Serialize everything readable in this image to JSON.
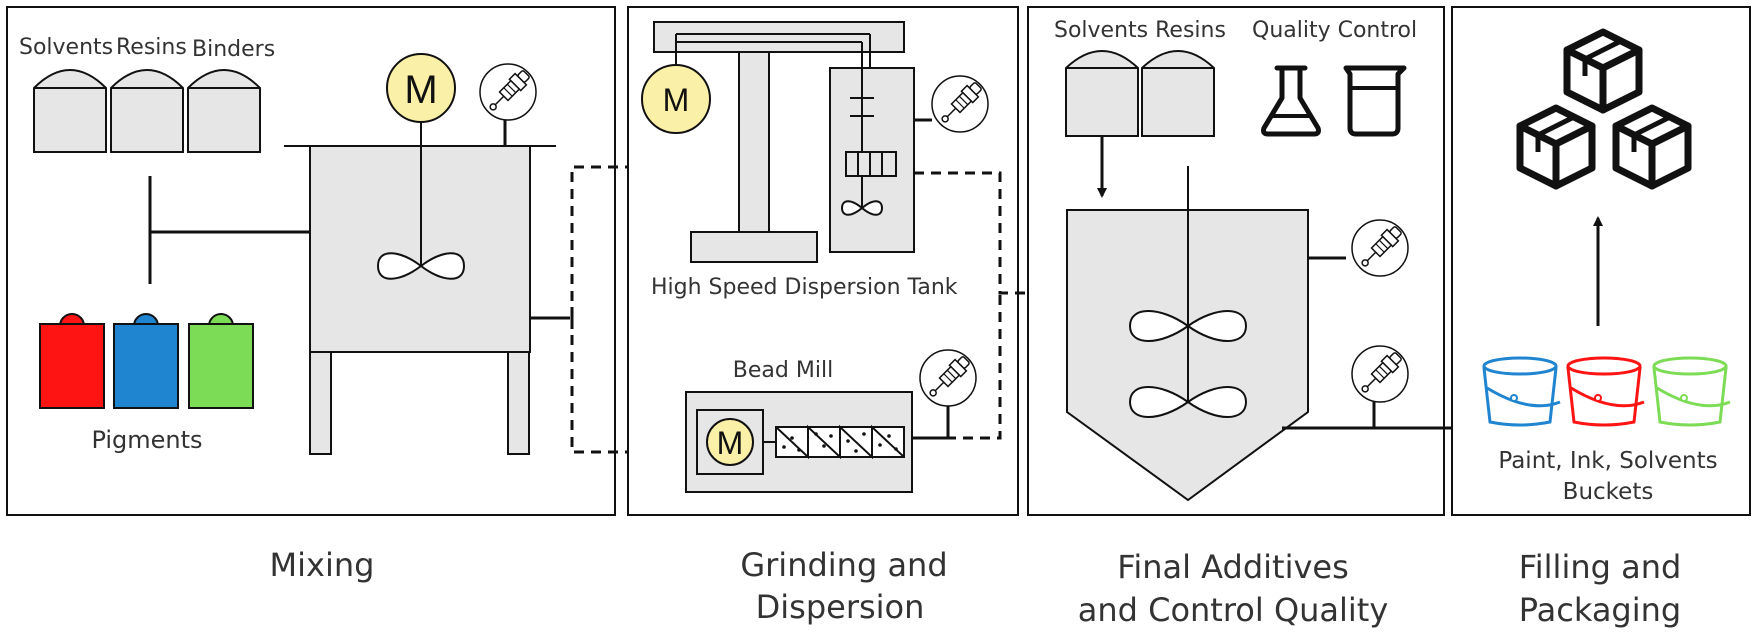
{
  "panels": {
    "mixing": {
      "tank_labels": [
        "Solvents",
        "Resins",
        "Binders"
      ],
      "pigments_label": "Pigments",
      "motor_label": "M",
      "pigment_colors": [
        "#ff1414",
        "#1f85d0",
        "#7ddc55"
      ],
      "caption": "Mixing"
    },
    "grinding": {
      "hsd_label": "High Speed Dispersion Tank",
      "bead_mill_label": "Bead Mill",
      "motor_label": "M",
      "caption_line1": "Grinding and",
      "caption_line2": "Dispersion"
    },
    "final": {
      "tank_label": "Solvents Resins",
      "qc_label": "Quality Control",
      "caption_line1": "Final Additives",
      "caption_line2": "and Control Quality"
    },
    "filling": {
      "buckets_line1": "Paint, Ink, Solvents",
      "buckets_line2": "Buckets",
      "bucket_colors": [
        "#1f85d0",
        "#ff1414",
        "#7ddc55"
      ],
      "caption_line1": "Filling and",
      "caption_line2": "Packaging"
    }
  },
  "colors": {
    "equipment_fill": "#e6e6e6",
    "motor_fill": "#fbf0a8",
    "line": "#111111",
    "text": "#333333"
  }
}
